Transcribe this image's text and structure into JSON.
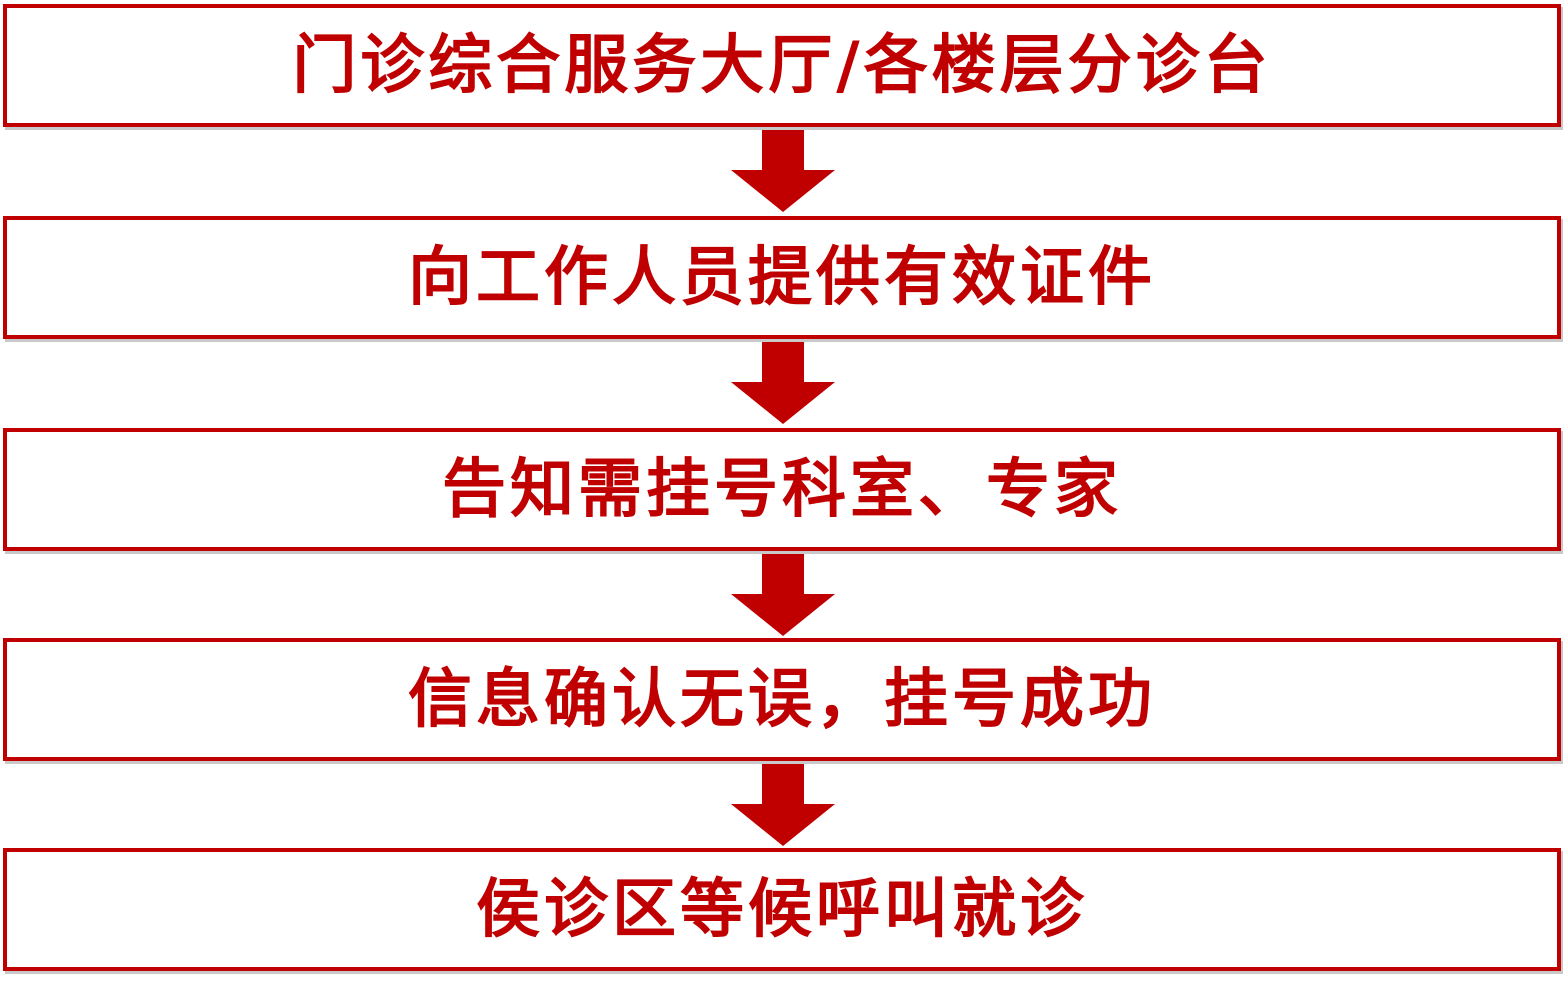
{
  "flowchart": {
    "steps": [
      {
        "label": "门诊综合服务大厅/各楼层分诊台"
      },
      {
        "label": "向工作人员提供有效证件"
      },
      {
        "label": "告知需挂号科室、专家"
      },
      {
        "label": "信息确认无误，挂号成功"
      },
      {
        "label": "侯诊区等候呼叫就诊"
      }
    ],
    "colors": {
      "accent": "#c00000",
      "background": "#ffffff"
    },
    "connector_icon": "arrow-down-icon"
  }
}
